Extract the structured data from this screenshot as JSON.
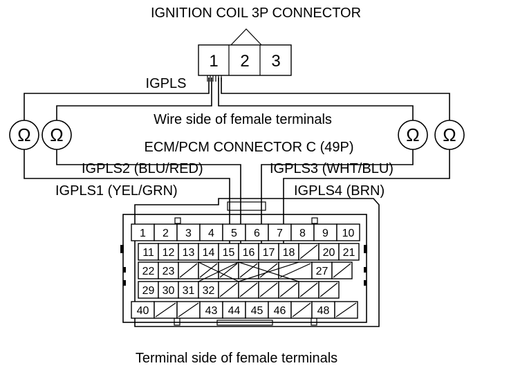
{
  "title": "IGNITION COIL 3P CONNECTOR",
  "ignition_coil": {
    "terminals": [
      "1",
      "2",
      "3"
    ],
    "wire_label": "IGPLS"
  },
  "wire_side_label": "Wire side of female terminals",
  "ecm_label": "ECM/PCM CONNECTOR C (49P)",
  "signals": {
    "igpls1": "IGPLS1 (YEL/GRN)",
    "igpls2": "IGPLS2 (BLU/RED)",
    "igpls3": "IGPLS3 (WHT/BLU)",
    "igpls4": "IGPLS4 (BRN)"
  },
  "ohmmeter_symbol": "Ω",
  "icons": [
    "ohmmeter-icon",
    "ohmmeter-icon",
    "ohmmeter-icon",
    "ohmmeter-icon"
  ],
  "ecm_connector": {
    "row1": [
      "1",
      "2",
      "3",
      "4",
      "5",
      "6",
      "7",
      "8",
      "9",
      "10"
    ],
    "row2": [
      "11",
      "12",
      "13",
      "14",
      "15",
      "16",
      "17",
      "18",
      "",
      "20",
      "21"
    ],
    "row3": [
      "22",
      "23",
      "",
      "",
      "",
      "",
      "",
      "",
      "27",
      ""
    ],
    "row4": [
      "29",
      "30",
      "31",
      "32",
      "",
      "",
      "",
      "",
      "",
      ""
    ],
    "row5": [
      "40",
      "",
      "",
      "43",
      "44",
      "45",
      "46",
      "",
      "48",
      ""
    ]
  },
  "terminal_side_label": "Terminal side of female terminals"
}
